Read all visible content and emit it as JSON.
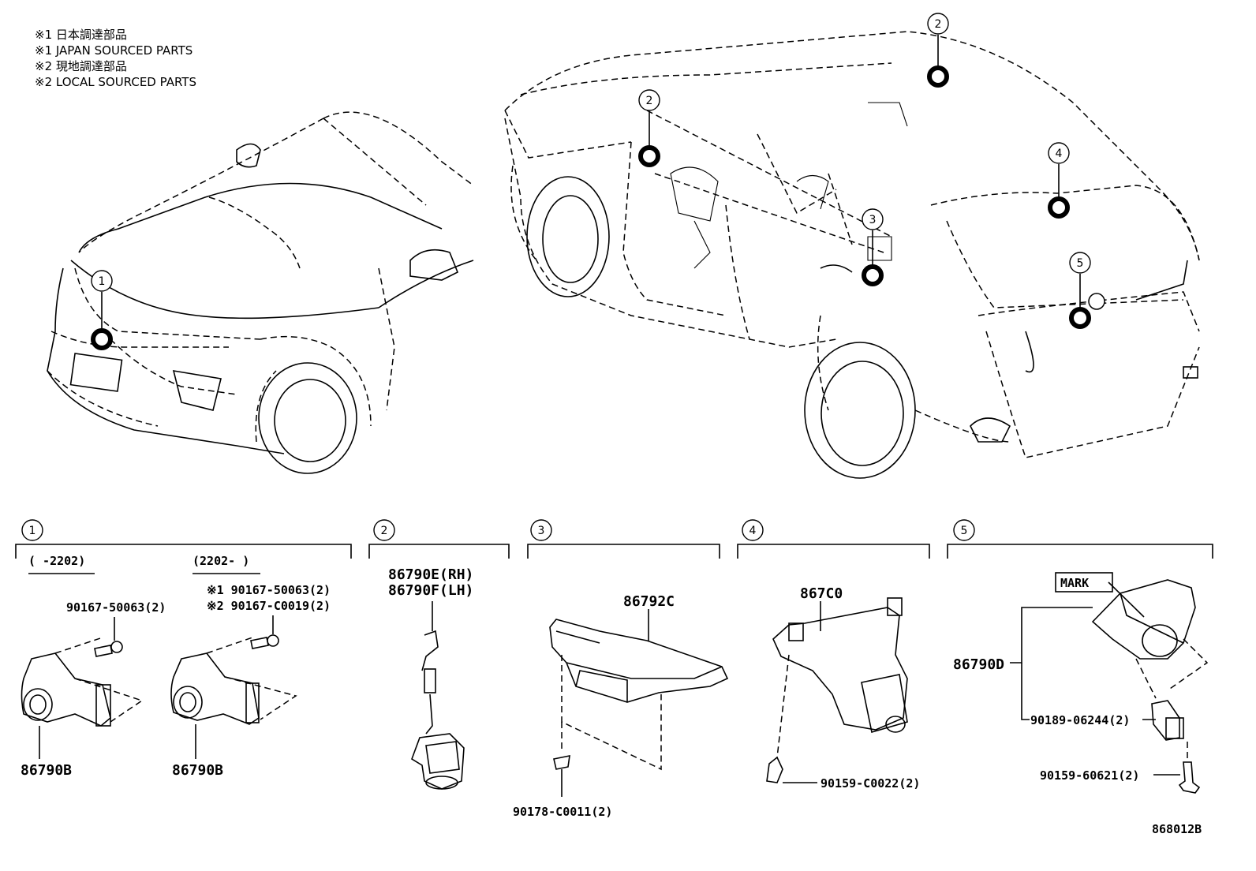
{
  "notes": [
    "※1 日本調達部品",
    "※1 JAPAN SOURCED PARTS",
    "※2 現地調達部品",
    "※2 LOCAL SOURCED PARTS"
  ],
  "markers": [
    "1",
    "2",
    "2",
    "3",
    "4",
    "5"
  ],
  "sections": [
    {
      "index": "1",
      "sub_left": "(  -2202)",
      "sub_right": "(2202-  )",
      "bolt_left": "90167-50063(2)",
      "bolt_right_1": "※1 90167-50063(2)",
      "bolt_right_2": "※2 90167-C0019(2)",
      "part_left": "86790B",
      "part_right": "86790B"
    },
    {
      "index": "2",
      "part_1": "86790E(RH)",
      "part_2": "86790F(LH)"
    },
    {
      "index": "3",
      "part": "86792C",
      "clip": "90178-C0011(2)"
    },
    {
      "index": "4",
      "part": "867C0",
      "screw": "90159-C0022(2)"
    },
    {
      "index": "5",
      "mark": "MARK",
      "part": "86790D",
      "nut": "90189-06244(2)",
      "screw": "90159-60621(2)"
    }
  ],
  "diagram_code": "868012B"
}
